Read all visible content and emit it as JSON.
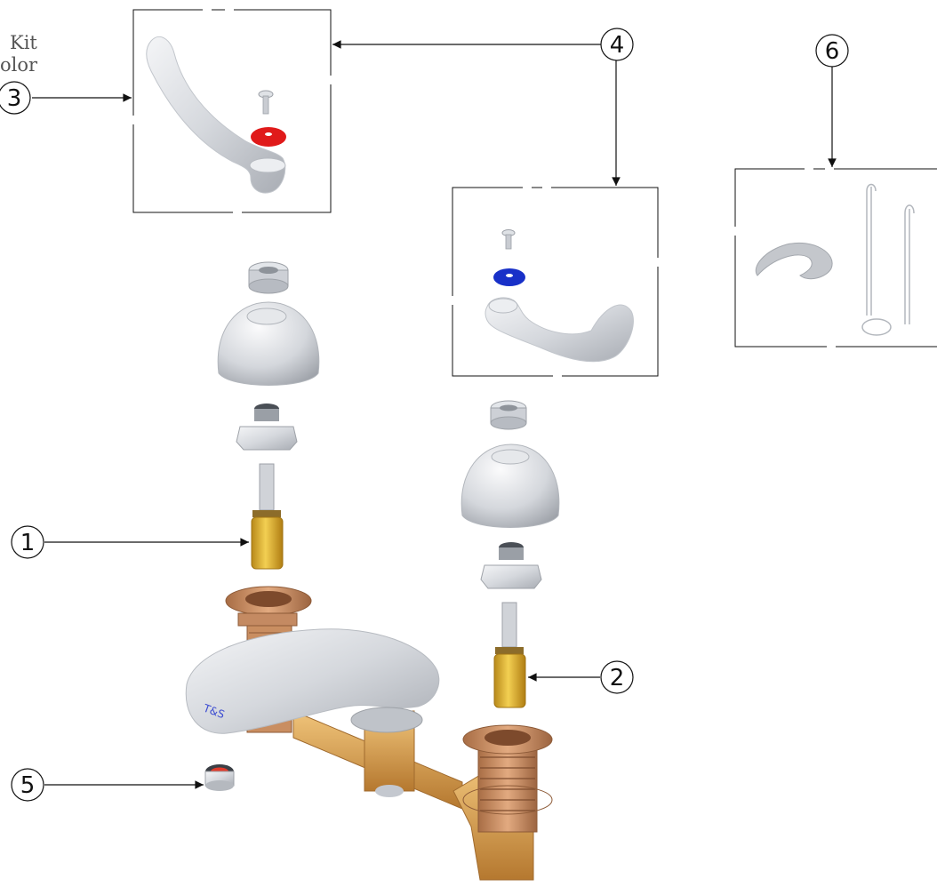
{
  "side_text": [
    "Kit",
    "olor"
  ],
  "callouts": [
    {
      "id": "callout-1",
      "label": "1"
    },
    {
      "id": "callout-2",
      "label": "2"
    },
    {
      "id": "callout-3",
      "label": "3"
    },
    {
      "id": "callout-4",
      "label": "4"
    },
    {
      "id": "callout-5",
      "label": "5"
    },
    {
      "id": "callout-6",
      "label": "6"
    }
  ],
  "colors": {
    "chrome": "#d8dbe0",
    "brass": "#d9a94e",
    "bronze": "#c88c5f",
    "hot_indicator": "#e01a1a",
    "cold_indicator": "#1830c8",
    "cartridge_gold": "#e0b232",
    "outline": "#111111"
  },
  "icons": {
    "spout": "faucet-spout-icon",
    "handle": "wrist-blade-handle-icon",
    "bonnet": "dome-bonnet-icon",
    "cartridge": "cartridge-icon",
    "aerator": "aerator-icon",
    "drain": "pop-up-drain-icon"
  }
}
